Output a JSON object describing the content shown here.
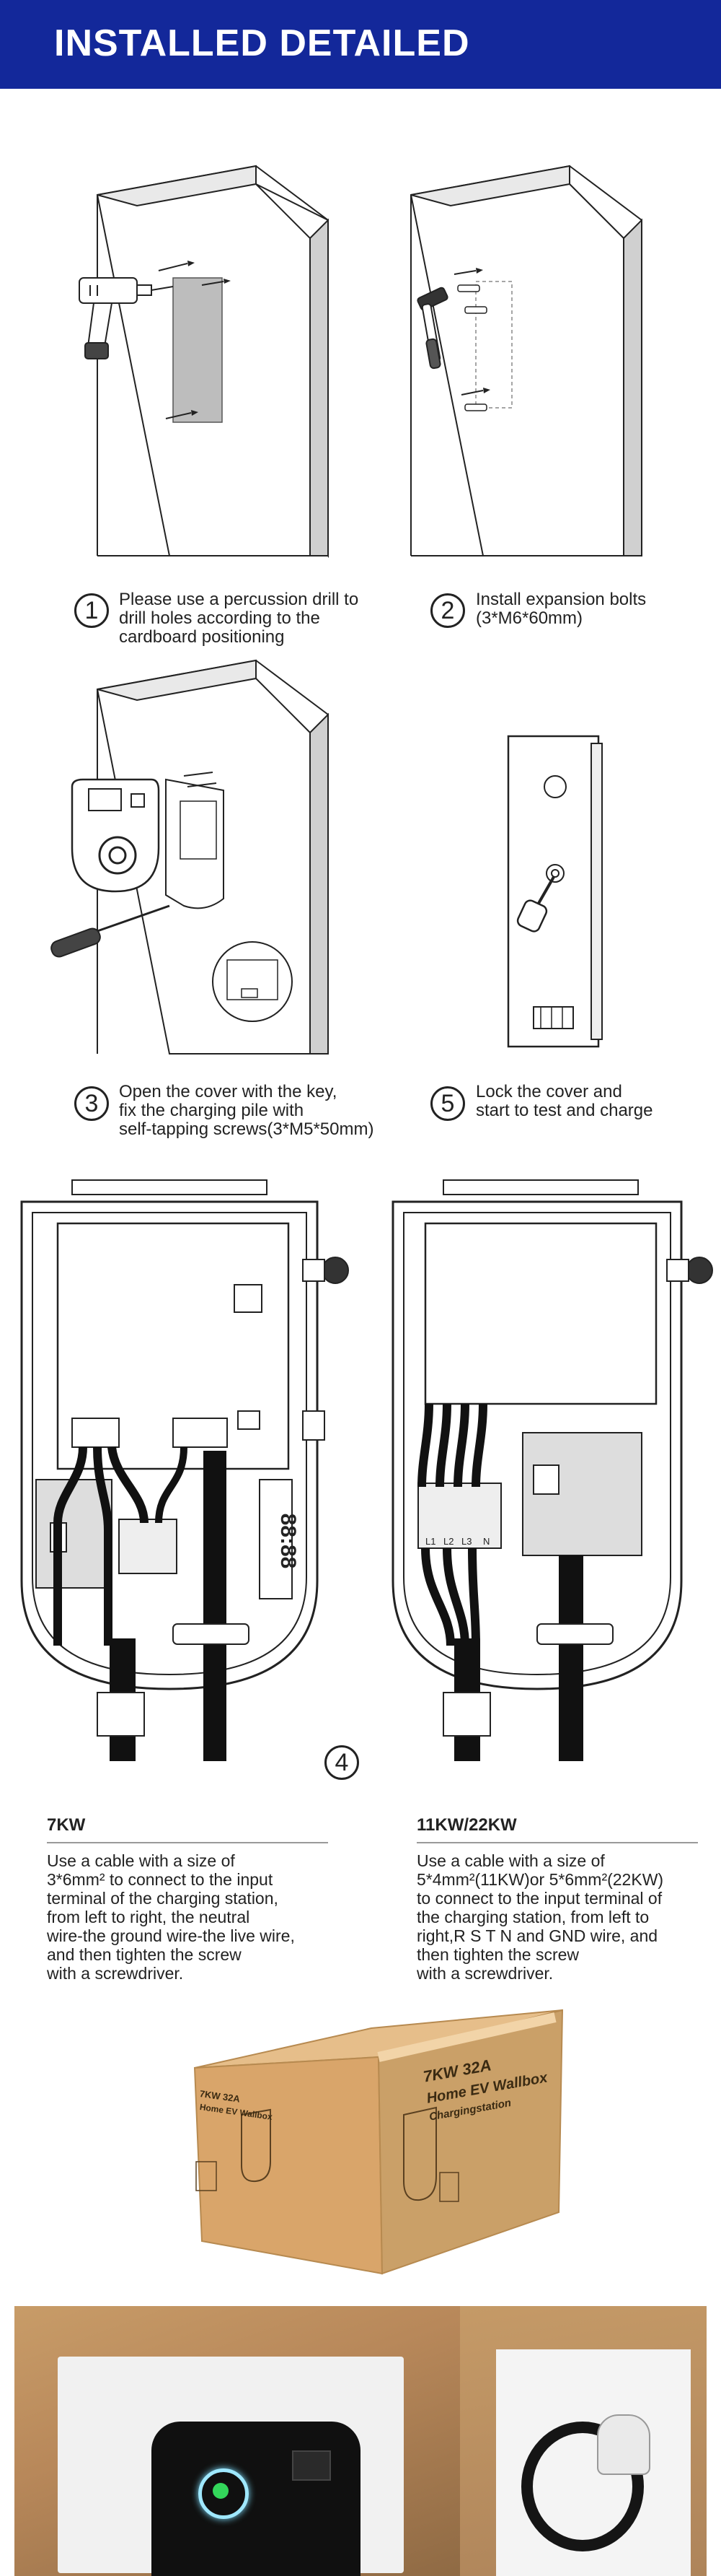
{
  "header": {
    "title": "INSTALLED DETAILED"
  },
  "steps": [
    {
      "number": "1",
      "text": "Please use a percussion drill to\ndrill holes according to the\ncardboard positioning"
    },
    {
      "number": "2",
      "text": "Install expansion bolts\n(3*M6*60mm)"
    },
    {
      "number": "3",
      "text": "Open the cover with the key,\nfix the charging pile with\nself-tapping screws(3*M5*50mm)"
    },
    {
      "number": "5",
      "text": "Lock the cover and\nstart to test and charge"
    }
  ],
  "wiring": {
    "step_number": "4",
    "left": {
      "title": "7KW",
      "text": "Use a cable with a size of\n3*6mm² to connect to the input\nterminal of the charging station,\nfrom left to right, the neutral\nwire-the ground wire-the live wire,\nand then tighten the screw\nwith a screwdriver."
    },
    "right": {
      "title": "11KW/22KW",
      "text": "Use a cable with a size of\n5*4mm²(11KW)or 5*6mm²(22KW)\nto connect to the input terminal of\nthe charging station, from left to\nright,R S T N and GND wire, and\nthen tighten the screw\nwith a screwdriver."
    },
    "display_digits": "88:88",
    "terminal_labels": [
      "L1",
      "L2",
      "L3",
      "N"
    ]
  },
  "box": {
    "label_power": "7KW  32A",
    "label_product": "Home EV Wallbox",
    "label_sub": "Chargingstation",
    "side_label_power": "7KW 32A",
    "side_label_product": "Home EV Wallbox"
  },
  "colors": {
    "header_bg": "#13289a",
    "cardboard": "#d8a66b",
    "line": "#222222"
  }
}
